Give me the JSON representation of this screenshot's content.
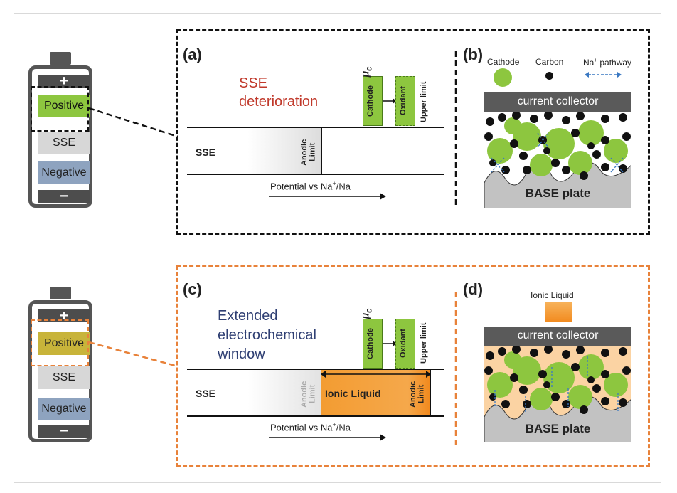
{
  "battery_top": {
    "plus": "+",
    "positive": "Positive",
    "sse": "SSE",
    "negative": "Negative",
    "minus": "−",
    "positive_color": "#8dc63f"
  },
  "battery_bottom": {
    "plus": "+",
    "positive": "Positive",
    "sse": "SSE",
    "negative": "Negative",
    "minus": "−",
    "positive_color": "#c8b43a"
  },
  "panel_a": {
    "label": "(a)",
    "title_line1": "SSE",
    "title_line2": "deterioration",
    "cathode": "Cathode",
    "oxidant": "Oxidant",
    "mu": "μ",
    "mu_sub": "c",
    "upper_limit": "Upper limit",
    "sse": "SSE",
    "anodic_limit": "Anodic Limit",
    "axis": "Potential vs Na",
    "axis_sup": "+",
    "axis_end": "/Na"
  },
  "panel_b": {
    "label": "(b)",
    "legend_cathode": "Cathode",
    "legend_carbon": "Carbon",
    "legend_pathway": "Na",
    "legend_pathway_sup": "+",
    "legend_pathway_end": " pathway",
    "collector": "current collector",
    "base": "BASE plate"
  },
  "panel_c": {
    "label": "(c)",
    "title_line1": "Extended",
    "title_line2": "electrochemical",
    "title_line3": "window",
    "cathode": "Cathode",
    "oxidant": "Oxidant",
    "mu": "μ",
    "mu_sub": "c",
    "upper_limit": "Upper limit",
    "sse": "SSE",
    "anodic_limit_gray": "Anodic Limit",
    "ionic_liquid": "Ionic Liquid",
    "anodic_limit": "Anodic Limit",
    "axis": "Potential vs Na",
    "axis_sup": "+",
    "axis_end": "/Na"
  },
  "panel_d": {
    "label": "(d)",
    "ionic_liquid": "Ionic Liquid",
    "collector": "current collector",
    "base": "BASE plate"
  },
  "colors": {
    "cathode_green": "#8dc63f",
    "deterioration_red": "#c0392b",
    "extended_blue": "#2f3f73",
    "ionic_orange": "#f39c32",
    "negative_blue": "#8ea3bf"
  }
}
